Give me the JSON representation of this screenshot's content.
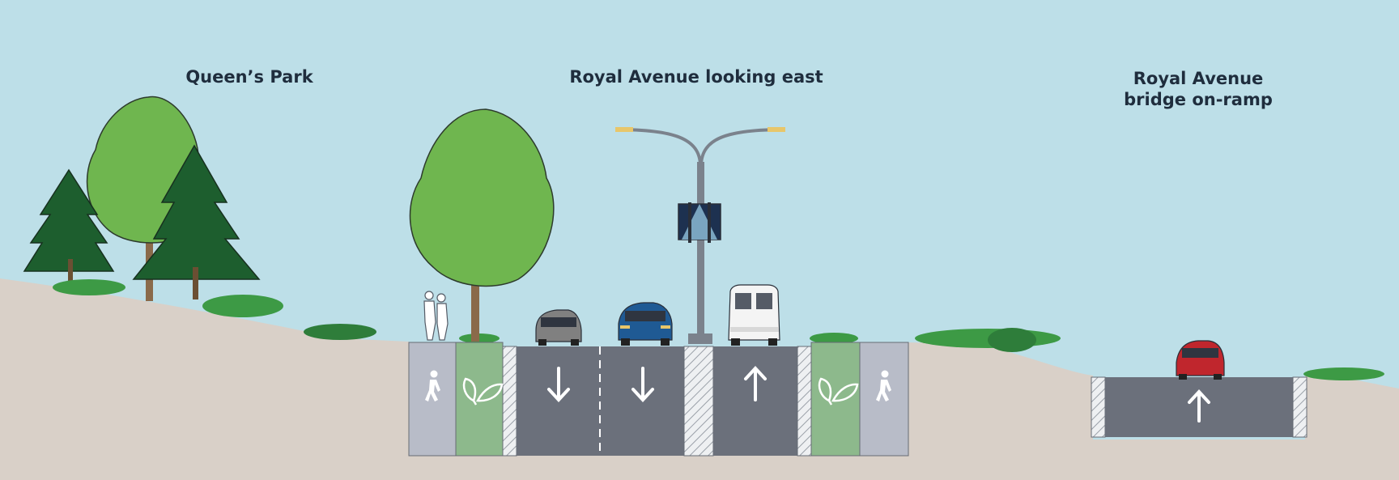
{
  "labels": {
    "queens_park": "Queen’s Park",
    "royal_avenue": "Royal Avenue looking east",
    "bridge_line1": "Royal Avenue",
    "bridge_line2": "bridge on-ramp"
  },
  "colors": {
    "sky": "#bddfe8",
    "ground": "#d9d0c8",
    "road": "#6b707b",
    "sidewalk": "#b8bcc8",
    "boulevard": "#8db98c",
    "tree_light": "#6fb64f",
    "tree_dark": "#1d5e2e",
    "shrub": "#3d9a45",
    "text": "#1f2d3d"
  },
  "icons": [
    "pedestrian-icon",
    "leaf-icon",
    "arrow-down-icon",
    "arrow-up-icon",
    "car-icon",
    "van-icon",
    "street-light-icon",
    "banner-icon"
  ]
}
